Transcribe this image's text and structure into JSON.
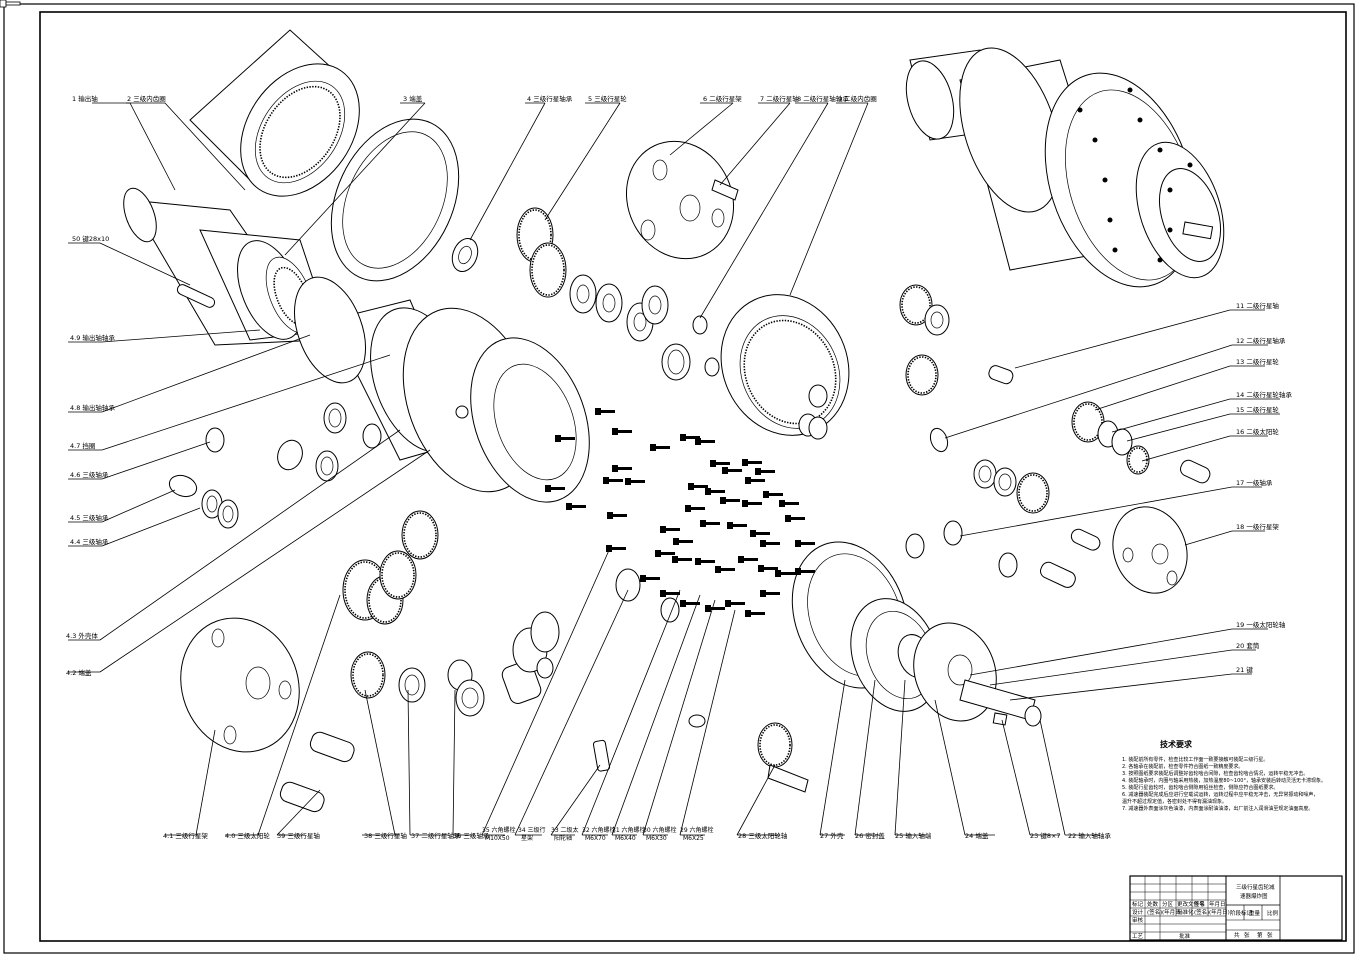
{
  "drawing": {
    "leaders": [
      {
        "id": "p1",
        "text": "1 输出轴"
      },
      {
        "id": "p2",
        "text": "2 三级内齿圈"
      },
      {
        "id": "p3",
        "text": "3 端盖"
      },
      {
        "id": "p4",
        "text": "4 三级行星轴承"
      },
      {
        "id": "p5",
        "text": "5 三级行星轮"
      },
      {
        "id": "p6",
        "text": "6 二级行星架"
      },
      {
        "id": "p7",
        "text": "7 二级行星轴"
      },
      {
        "id": "p8",
        "text": "8 二级行星轴轴承"
      },
      {
        "id": "p9",
        "text": "9 二级内齿圈"
      },
      {
        "id": "p11",
        "text": "11 二级行星轴"
      },
      {
        "id": "p12",
        "text": "12 二级行星轴承"
      },
      {
        "id": "p13",
        "text": "13 二级行星轮"
      },
      {
        "id": "p14",
        "text": "14 二级行星轮轴承"
      },
      {
        "id": "p15",
        "text": "15 二级行星轮"
      },
      {
        "id": "p16",
        "text": "16 二级太阳轮"
      },
      {
        "id": "p17",
        "text": "17 一级轴承"
      },
      {
        "id": "p18",
        "text": "18 一级行星架"
      },
      {
        "id": "p19",
        "text": "19 一级太阳轮轴"
      },
      {
        "id": "p20",
        "text": "20 套筒"
      },
      {
        "id": "p21",
        "text": "21 键"
      },
      {
        "id": "p22",
        "text": "22 输入轴轴承"
      },
      {
        "id": "p23",
        "text": "23 键8×7"
      },
      {
        "id": "p24",
        "text": "24 端盖"
      },
      {
        "id": "p25",
        "text": "25 输入轴端"
      },
      {
        "id": "p26",
        "text": "26 密封盖"
      },
      {
        "id": "p27",
        "text": "27 外壳"
      },
      {
        "id": "p28",
        "text": "28 三级太阳轮轴"
      },
      {
        "id": "p29",
        "text": "29 六角螺栓",
        "sub": "M6X25"
      },
      {
        "id": "p30",
        "text": "30 六角螺栓",
        "sub": "M6X30"
      },
      {
        "id": "p31",
        "text": "31 六角螺栓",
        "sub": "M6X40"
      },
      {
        "id": "p32",
        "text": "32 六角螺栓",
        "sub": "M6X70"
      },
      {
        "id": "p33",
        "text": "33 二级太",
        "sub": "阳轮轴"
      },
      {
        "id": "p34",
        "text": "34 三级行",
        "sub": "星架"
      },
      {
        "id": "p35",
        "text": "35 六角螺栓",
        "sub": "M10X50"
      },
      {
        "id": "p36",
        "text": "36 三级轴承"
      },
      {
        "id": "p37",
        "text": "37 二级行星轴承"
      },
      {
        "id": "p38",
        "text": "38 三级行星轴"
      },
      {
        "id": "p39",
        "text": "39 三级行星轴"
      },
      {
        "id": "p40",
        "text": "4.0 三级太阳轮"
      },
      {
        "id": "p41",
        "text": "4.1 三级行星架"
      },
      {
        "id": "p42",
        "text": "4.2 端盖"
      },
      {
        "id": "p43",
        "text": "4.3 外壳体"
      },
      {
        "id": "p44",
        "text": "4.4 三级轴承"
      },
      {
        "id": "p45",
        "text": "4.5 三级轴承"
      },
      {
        "id": "p46",
        "text": "4.6 三级轴承"
      },
      {
        "id": "p47",
        "text": "4.7 挡圈"
      },
      {
        "id": "p48",
        "text": "4.8 输出轴轴承"
      },
      {
        "id": "p49",
        "text": "4.9 输出轴轴承"
      },
      {
        "id": "p50",
        "text": "50 键28x10"
      }
    ]
  },
  "tech_requirements": {
    "title": "技术要求",
    "lines": [
      "1. 装配前所有零件，检查比较工作面一致要接触可装配三级行星。",
      "2. 各轴承在装配前，检查零件符合图纸一致精度要求。",
      "3. 按照图纸要求装配后调整好齿轮啮合间隙，检查齿轮啮合情况，运转平稳无冲击。",
      "4. 装配轴承时，内圈与轴采用热装，加热温度80~100°，轴承安装后转动灵活无卡滞现象。",
      "5. 装配行星齿轮时，齿轮啮合侧隙用铅丝检查，侧隙应符合图纸要求。",
      "6. 减速器装配完成后应进行空载试运转，运转过程中应平稳无冲击，无异常振动和噪声，",
      "   温升不超过规定值，各密封处不得有漏油现象。",
      "7. 减速器外表面涂灰色油漆，内表面涂耐油油漆，出厂前注入润滑油至规定油面高度。"
    ]
  },
  "title_block": {
    "title_line1": "三级行星齿轮减",
    "title_line2": "速器爆炸图",
    "row_labels": [
      "标记",
      "处数",
      "分区",
      "更改文件号",
      "签名",
      "年月日"
    ],
    "role_labels": [
      "设计",
      "审核",
      "工艺"
    ],
    "role_values": [
      "(签名)",
      "(年月日)",
      "标准化",
      "(签名)",
      "(年月日)"
    ],
    "stage_labels": [
      "阶段标记",
      "重量",
      "比例"
    ],
    "sheet_labels": [
      "共",
      "张",
      "第",
      "张"
    ],
    "approve_label": "批准"
  }
}
